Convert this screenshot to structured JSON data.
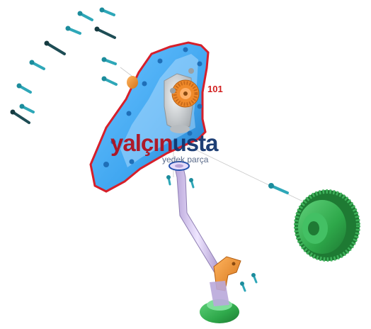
{
  "callouts": [
    {
      "label": "101"
    }
  ],
  "watermark": {
    "brand_part1": "yalçın",
    "brand_part2": "usta",
    "subtitle": "yedek parça"
  },
  "colors": {
    "housing_blue": "#3fa6f0",
    "housing_blue_dark": "#1f6fb8",
    "gasket_red": "#d61f2a",
    "bolt_teal": "#2ea7b8",
    "bolt_dark": "#1e4d55",
    "gear_green": "#2ea84a",
    "gear_green_dark": "#1e7a33",
    "pipe_lilac": "#d7c8ef",
    "bracket_orange": "#e58a2d",
    "gear_orange": "#f08a2a",
    "pump_body_grey": "#cfd3d6",
    "watermark_red": "#b0121f",
    "watermark_navy": "#13356e"
  },
  "parts": [
    {
      "name": "oil-pump-housing",
      "icon": "housing-icon"
    },
    {
      "name": "housing-gasket",
      "icon": "gasket-icon"
    },
    {
      "name": "pump-gear",
      "icon": "gear-icon"
    },
    {
      "name": "oil-pickup-pipe",
      "icon": "pipe-icon"
    },
    {
      "name": "pipe-bracket",
      "icon": "bracket-icon"
    },
    {
      "name": "strainer-cup",
      "icon": "strainer-icon"
    },
    {
      "name": "crank-sprocket",
      "icon": "sprocket-icon"
    },
    {
      "name": "bolts",
      "icon": "bolt-icon"
    }
  ]
}
